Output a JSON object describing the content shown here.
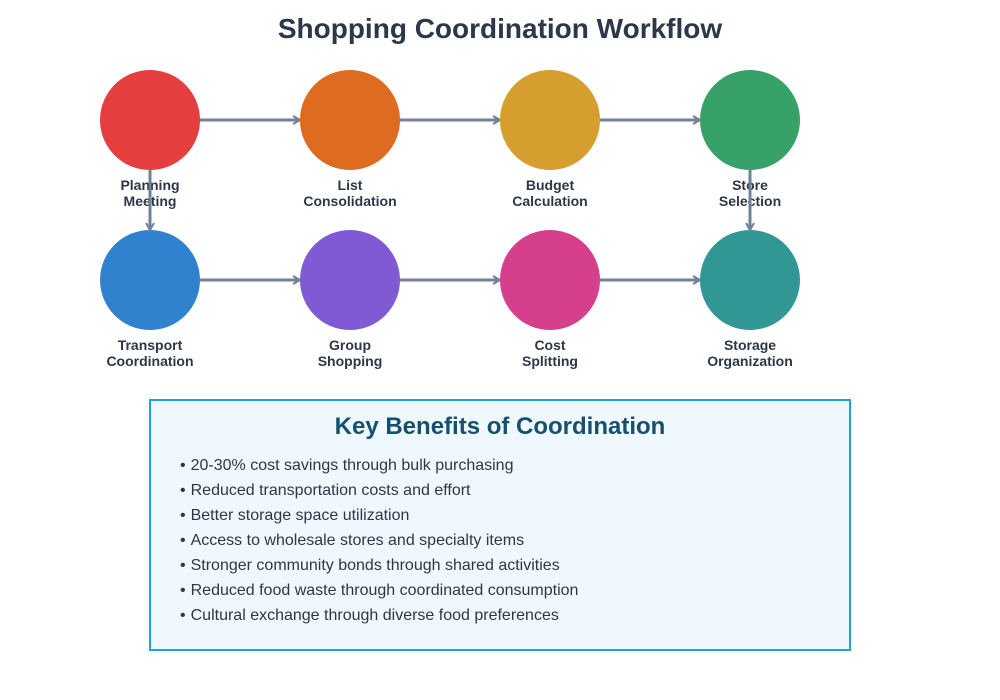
{
  "title": "Shopping Coordination Workflow",
  "colors": {
    "arrow": "#718096",
    "text": "#2d3748",
    "box_border": "#1ea5d8",
    "box_bg": "#eff8ff",
    "box_title": "#15506f"
  },
  "nodes": [
    {
      "id": "planning-meeting",
      "line1": "Planning",
      "line2": "Meeting",
      "color": "#e53e3e",
      "row": 0,
      "col": 0
    },
    {
      "id": "list-consolidation",
      "line1": "List",
      "line2": "Consolidation",
      "color": "#dd6b20",
      "row": 0,
      "col": 1
    },
    {
      "id": "budget-calculation",
      "line1": "Budget",
      "line2": "Calculation",
      "color": "#d69e2e",
      "row": 0,
      "col": 2
    },
    {
      "id": "store-selection",
      "line1": "Store",
      "line2": "Selection",
      "color": "#38a169",
      "row": 0,
      "col": 3
    },
    {
      "id": "transport-coordination",
      "line1": "Transport",
      "line2": "Coordination",
      "color": "#3182ce",
      "row": 1,
      "col": 0
    },
    {
      "id": "group-shopping",
      "line1": "Group",
      "line2": "Shopping",
      "color": "#805ad5",
      "row": 1,
      "col": 1
    },
    {
      "id": "cost-splitting",
      "line1": "Cost",
      "line2": "Splitting",
      "color": "#d53f8c",
      "row": 1,
      "col": 2
    },
    {
      "id": "storage-organization",
      "line1": "Storage",
      "line2": "Organization",
      "color": "#319795",
      "row": 1,
      "col": 3
    }
  ],
  "edges": [
    {
      "from": "planning-meeting",
      "to": "list-consolidation"
    },
    {
      "from": "list-consolidation",
      "to": "budget-calculation"
    },
    {
      "from": "budget-calculation",
      "to": "store-selection"
    },
    {
      "from": "planning-meeting",
      "to": "transport-coordination"
    },
    {
      "from": "store-selection",
      "to": "storage-organization"
    },
    {
      "from": "transport-coordination",
      "to": "group-shopping"
    },
    {
      "from": "group-shopping",
      "to": "cost-splitting"
    },
    {
      "from": "cost-splitting",
      "to": "storage-organization"
    }
  ],
  "benefits": {
    "title": "Key Benefits of Coordination",
    "items": [
      "20-30% cost savings through bulk purchasing",
      "Reduced transportation costs and effort",
      "Better storage space utilization",
      "Access to wholesale stores and specialty items",
      "Stronger community bonds through shared activities",
      "Reduced food waste through coordinated consumption",
      "Cultural exchange through diverse food preferences"
    ]
  }
}
